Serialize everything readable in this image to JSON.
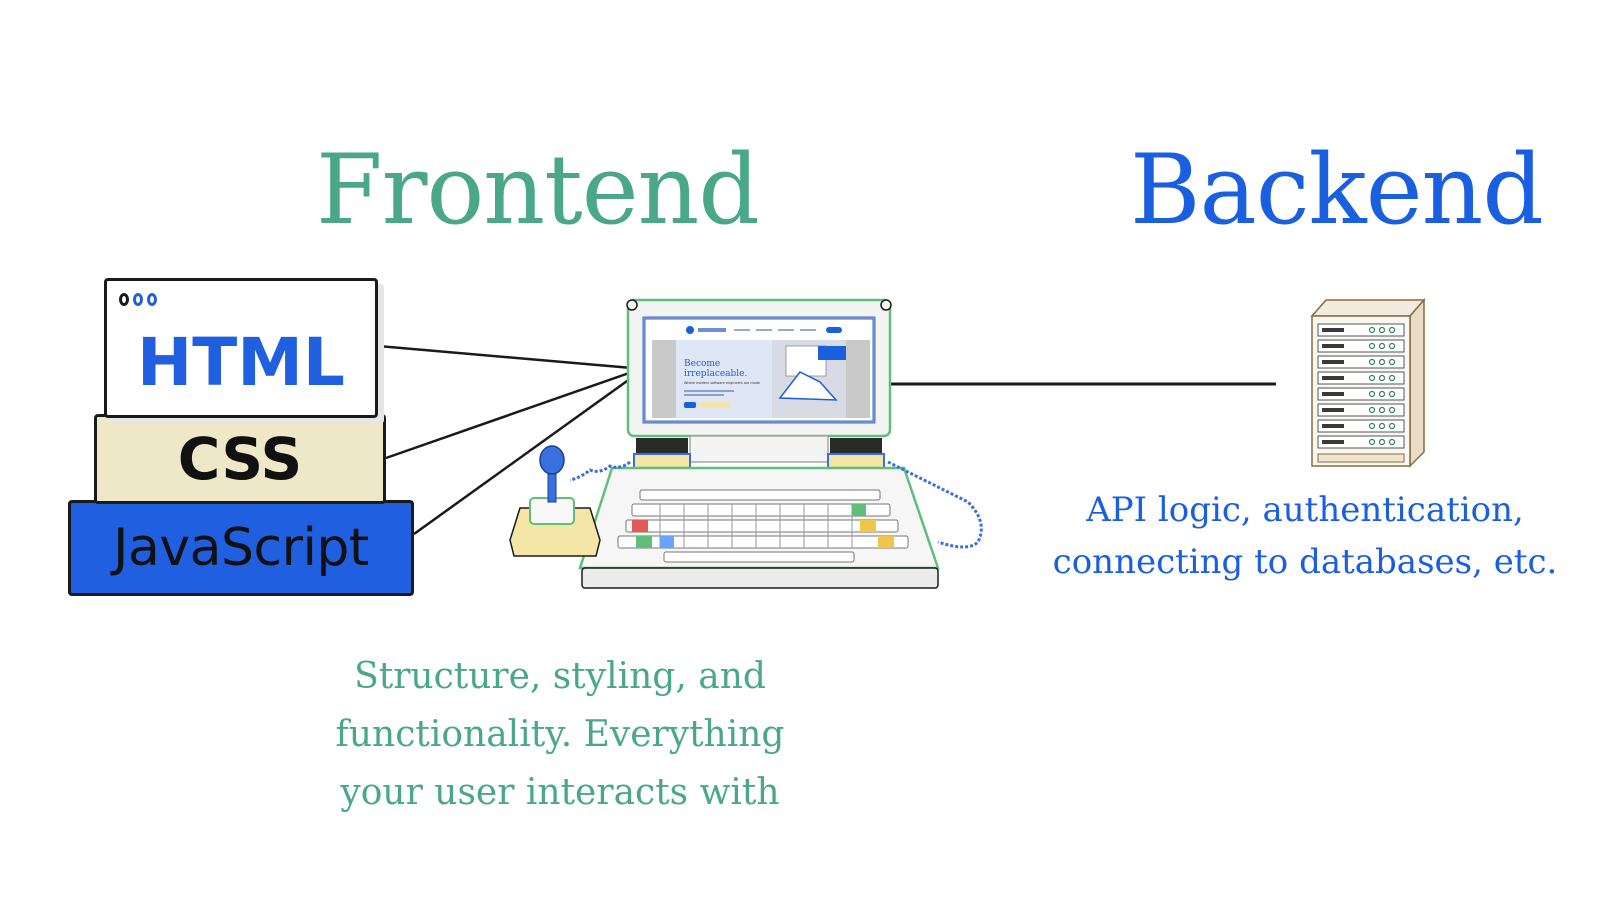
{
  "frontend": {
    "title": "Frontend",
    "caption_lines": [
      "Structure, styling, and",
      "functionality. Everything",
      "your user interacts with"
    ],
    "stack": [
      "HTML",
      "CSS",
      "JavaScript"
    ]
  },
  "backend": {
    "title": "Backend",
    "caption_lines": [
      "API logic, authentication,",
      "connecting to databases, etc."
    ]
  },
  "computer_screen": {
    "headline_1": "Become",
    "headline_2": "irreplaceable.",
    "subline": "Where modern software engineers are made"
  },
  "colors": {
    "frontend": "#4aa888",
    "backend": "#1a5fe0",
    "html_text": "#1f5fe0",
    "css_bg": "#efe8c8",
    "js_bg": "#1f5fe0"
  },
  "icons": [
    "browser-window-dots-icon",
    "computer-icon",
    "joystick-icon",
    "server-rack-icon"
  ]
}
